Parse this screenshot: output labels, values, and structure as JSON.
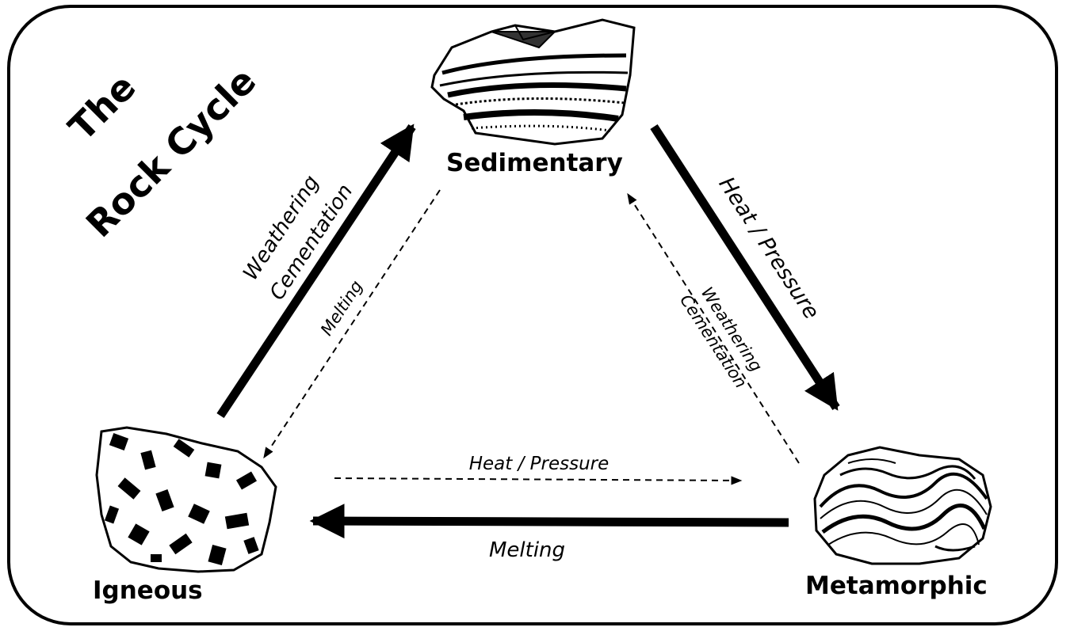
{
  "title": {
    "line1": "The",
    "line2": "Rock Cycle"
  },
  "rocks": {
    "sedimentary": "Sedimentary",
    "igneous": "Igneous",
    "metamorphic": "Metamorphic"
  },
  "processes": {
    "igneous_to_sedimentary_line1": "Weathering",
    "igneous_to_sedimentary_line2": "Cementation",
    "sedimentary_to_igneous": "Melting",
    "sedimentary_to_metamorphic": "Heat / Pressure",
    "metamorphic_to_sedimentary_line1": "Weathering",
    "metamorphic_to_sedimentary_line2": "Cementation",
    "igneous_to_metamorphic": "Heat / Pressure",
    "metamorphic_to_igneous": "Melting"
  }
}
